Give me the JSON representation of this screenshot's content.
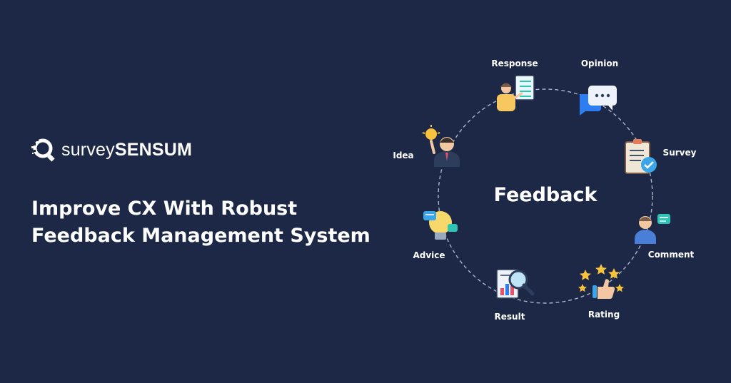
{
  "brand": {
    "name_light": "survey",
    "name_bold": "SENSUM",
    "logo_icon": "magnifier-pixel-logo-icon"
  },
  "headline": {
    "line1": "Improve CX With Robust",
    "line2": "Feedback Management System"
  },
  "diagram": {
    "center": "Feedback",
    "nodes": [
      {
        "label": "Response",
        "icon": "checklist-presenter-icon"
      },
      {
        "label": "Opinion",
        "icon": "chat-bubbles-icon"
      },
      {
        "label": "Survey",
        "icon": "clipboard-check-icon"
      },
      {
        "label": "Comment",
        "icon": "person-message-icon"
      },
      {
        "label": "Rating",
        "icon": "thumbs-up-stars-icon"
      },
      {
        "label": "Result",
        "icon": "report-magnifier-icon"
      },
      {
        "label": "Advice",
        "icon": "lightbulb-chat-icon"
      },
      {
        "label": "Idea",
        "icon": "businessman-idea-icon"
      }
    ]
  },
  "colors": {
    "background": "#1c2845",
    "text": "#ffffff",
    "dashed_ring": "#aab3c8"
  }
}
